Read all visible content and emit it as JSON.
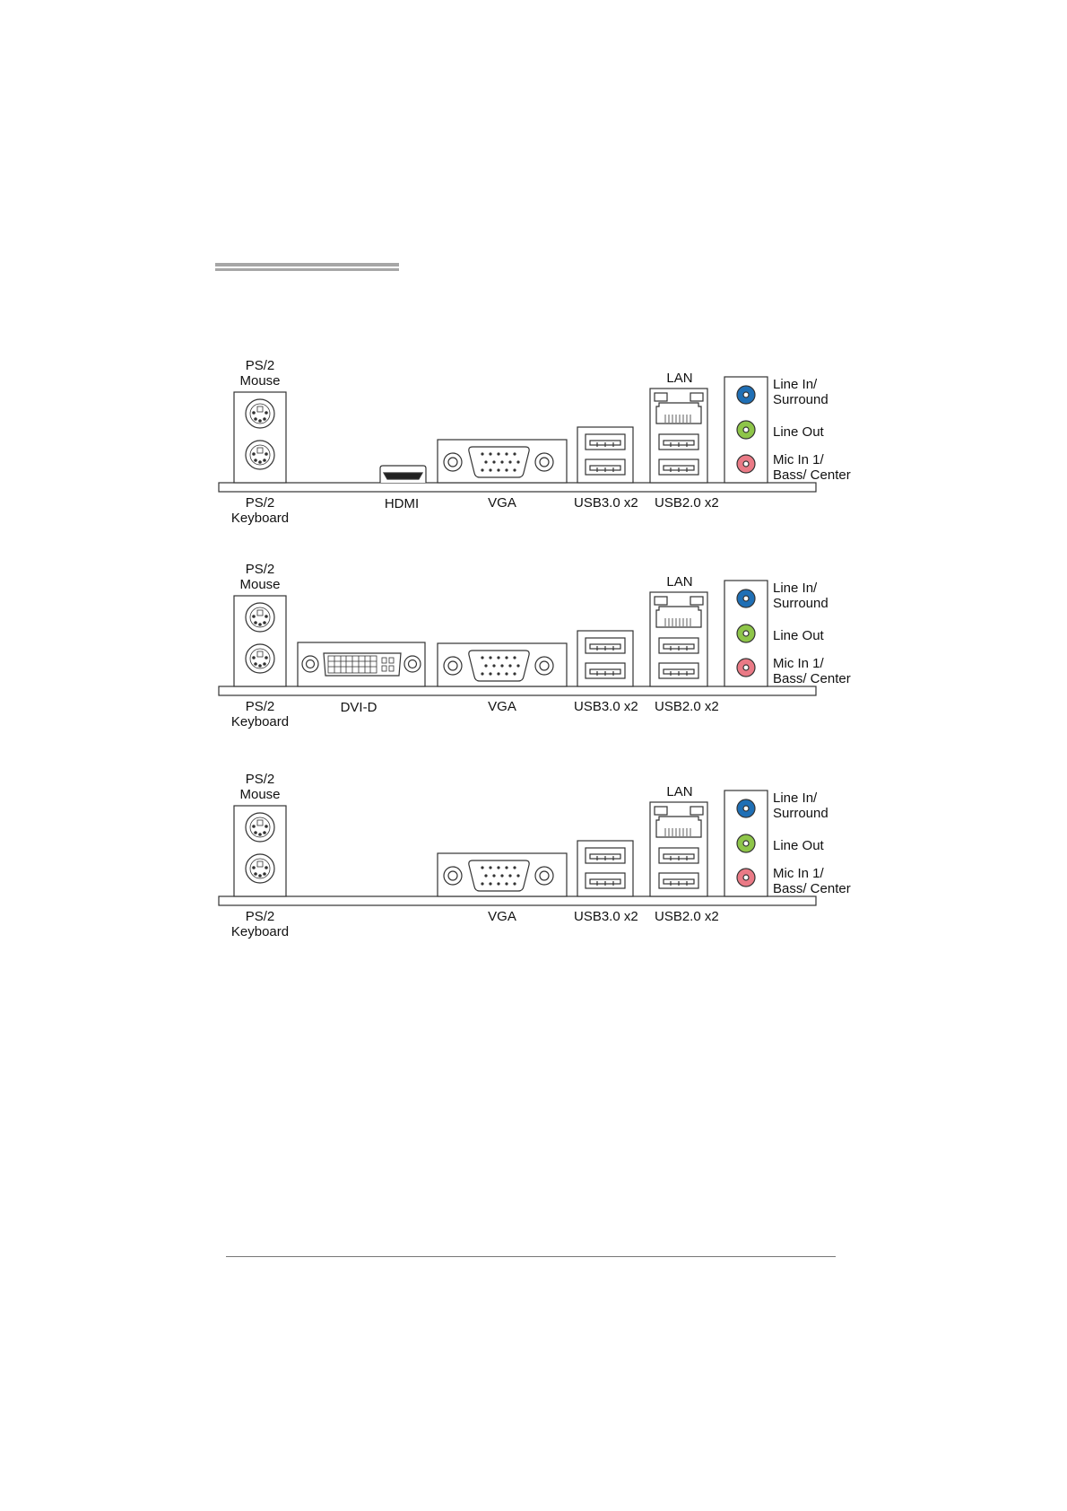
{
  "panels": [
    {
      "labels": {
        "ps2_mouse": "PS/2\nMouse",
        "ps2_keyboard": "PS/2\nKeyboard",
        "hdmi": "HDMI",
        "vga": "VGA",
        "usb3": "USB3.0 x2",
        "usb2": "USB2.0 x2",
        "lan": "LAN",
        "line_in": "Line In/\nSurround",
        "line_out": "Line Out",
        "mic_in": "Mic In 1/\nBass/ Center"
      }
    },
    {
      "labels": {
        "ps2_mouse": "PS/2\nMouse",
        "ps2_keyboard": "PS/2\nKeyboard",
        "dvi": "DVI-D",
        "vga": "VGA",
        "usb3": "USB3.0 x2",
        "usb2": "USB2.0 x2",
        "lan": "LAN",
        "line_in": "Line In/\nSurround",
        "line_out": "Line Out",
        "mic_in": "Mic In 1/\nBass/ Center"
      }
    },
    {
      "labels": {
        "ps2_mouse": "PS/2\nMouse",
        "ps2_keyboard": "PS/2\nKeyboard",
        "vga": "VGA",
        "usb3": "USB3.0 x2",
        "usb2": "USB2.0 x2",
        "lan": "LAN",
        "line_in": "Line In/\nSurround",
        "line_out": "Line Out",
        "mic_in": "Mic In 1/\nBass/ Center"
      }
    }
  ],
  "colors": {
    "line_in": "#1f6fb5",
    "line_out": "#8ec549",
    "mic_in": "#ea7a86"
  }
}
